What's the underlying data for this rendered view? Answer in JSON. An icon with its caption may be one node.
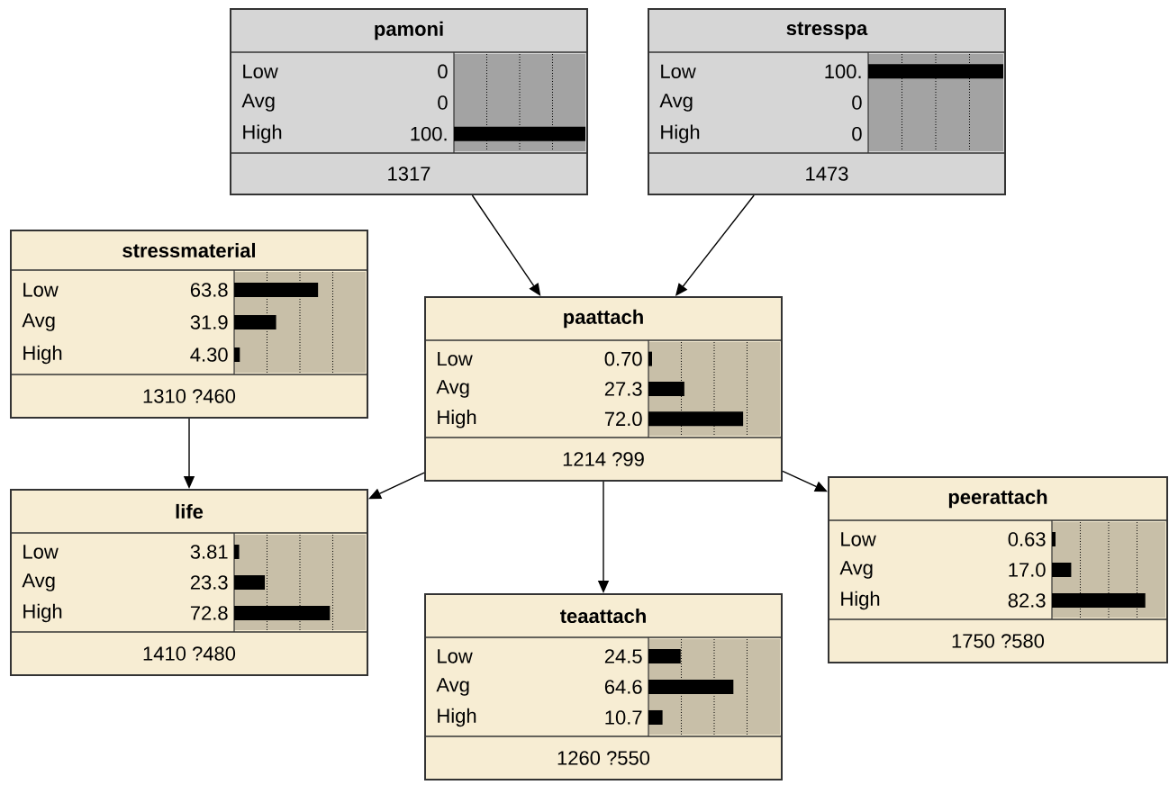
{
  "diagram": {
    "nodes": [
      {
        "text": [
          "pamoni",
          "Low",
          "0",
          "Avg",
          "0",
          "High",
          "100.",
          "1317"
        ]
      },
      {
        "text": [
          "stresspa",
          "Low",
          "100.",
          "Avg",
          "0",
          "High",
          "0",
          "1473"
        ]
      },
      {
        "text": [
          "stressmaterial",
          "Low",
          "63.8",
          "Avg",
          "31.9",
          "High",
          "4.30",
          "1310 ?460"
        ]
      },
      {
        "text": [
          "paattach",
          "Low",
          "0.70",
          "Avg",
          "27.3",
          "High",
          "72.0",
          "1214 ?99"
        ]
      },
      {
        "text": [
          "life",
          "Low",
          "3.81",
          "Avg",
          "23.3",
          "High",
          "72.8",
          "1410 ?480"
        ]
      },
      {
        "text": [
          "teaattach",
          "Low",
          "24.5",
          "Avg",
          "64.6",
          "High",
          "10.7",
          "1260 ?550"
        ]
      },
      {
        "text": [
          "peerattach",
          "Low",
          "0.63",
          "Avg",
          "17.0",
          "High",
          "82.3",
          "1750 ?580"
        ]
      }
    ],
    "edges": [
      {
        "from": 0,
        "to": 3,
        "arrow": "to"
      },
      {
        "from": 1,
        "to": 3,
        "arrow": "to"
      },
      {
        "from": 2,
        "to": 4,
        "arrow": "to"
      },
      {
        "from": 3,
        "to": 4,
        "arrow": "to"
      },
      {
        "from": 3,
        "to": 5,
        "arrow": "to"
      },
      {
        "from": 3,
        "to": 6,
        "arrow": "to"
      }
    ]
  }
}
